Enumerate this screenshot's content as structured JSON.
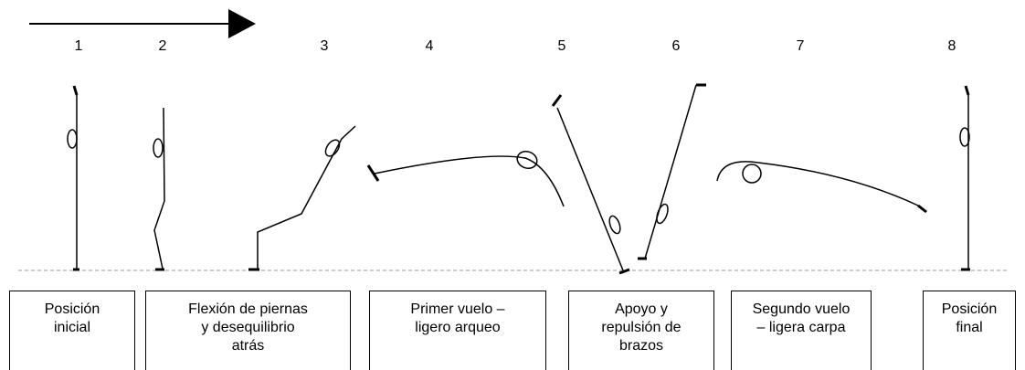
{
  "phase_numbers": [
    "1",
    "2",
    "3",
    "4",
    "5",
    "6",
    "7",
    "8"
  ],
  "phases": [
    {
      "label": "Posición\ninicial"
    },
    {
      "label": "Flexión de piernas\ny desequilibrio\natrás"
    },
    {
      "label": "Primer vuelo –\nligero arqueo"
    },
    {
      "label": "Apoyo y\nrepulsión de\nbrazos"
    },
    {
      "label": "Segundo vuelo\n– ligera carpa"
    },
    {
      "label": "Posición\nfinal"
    }
  ],
  "colors": {
    "line": "#000000",
    "ground": "#999999"
  }
}
